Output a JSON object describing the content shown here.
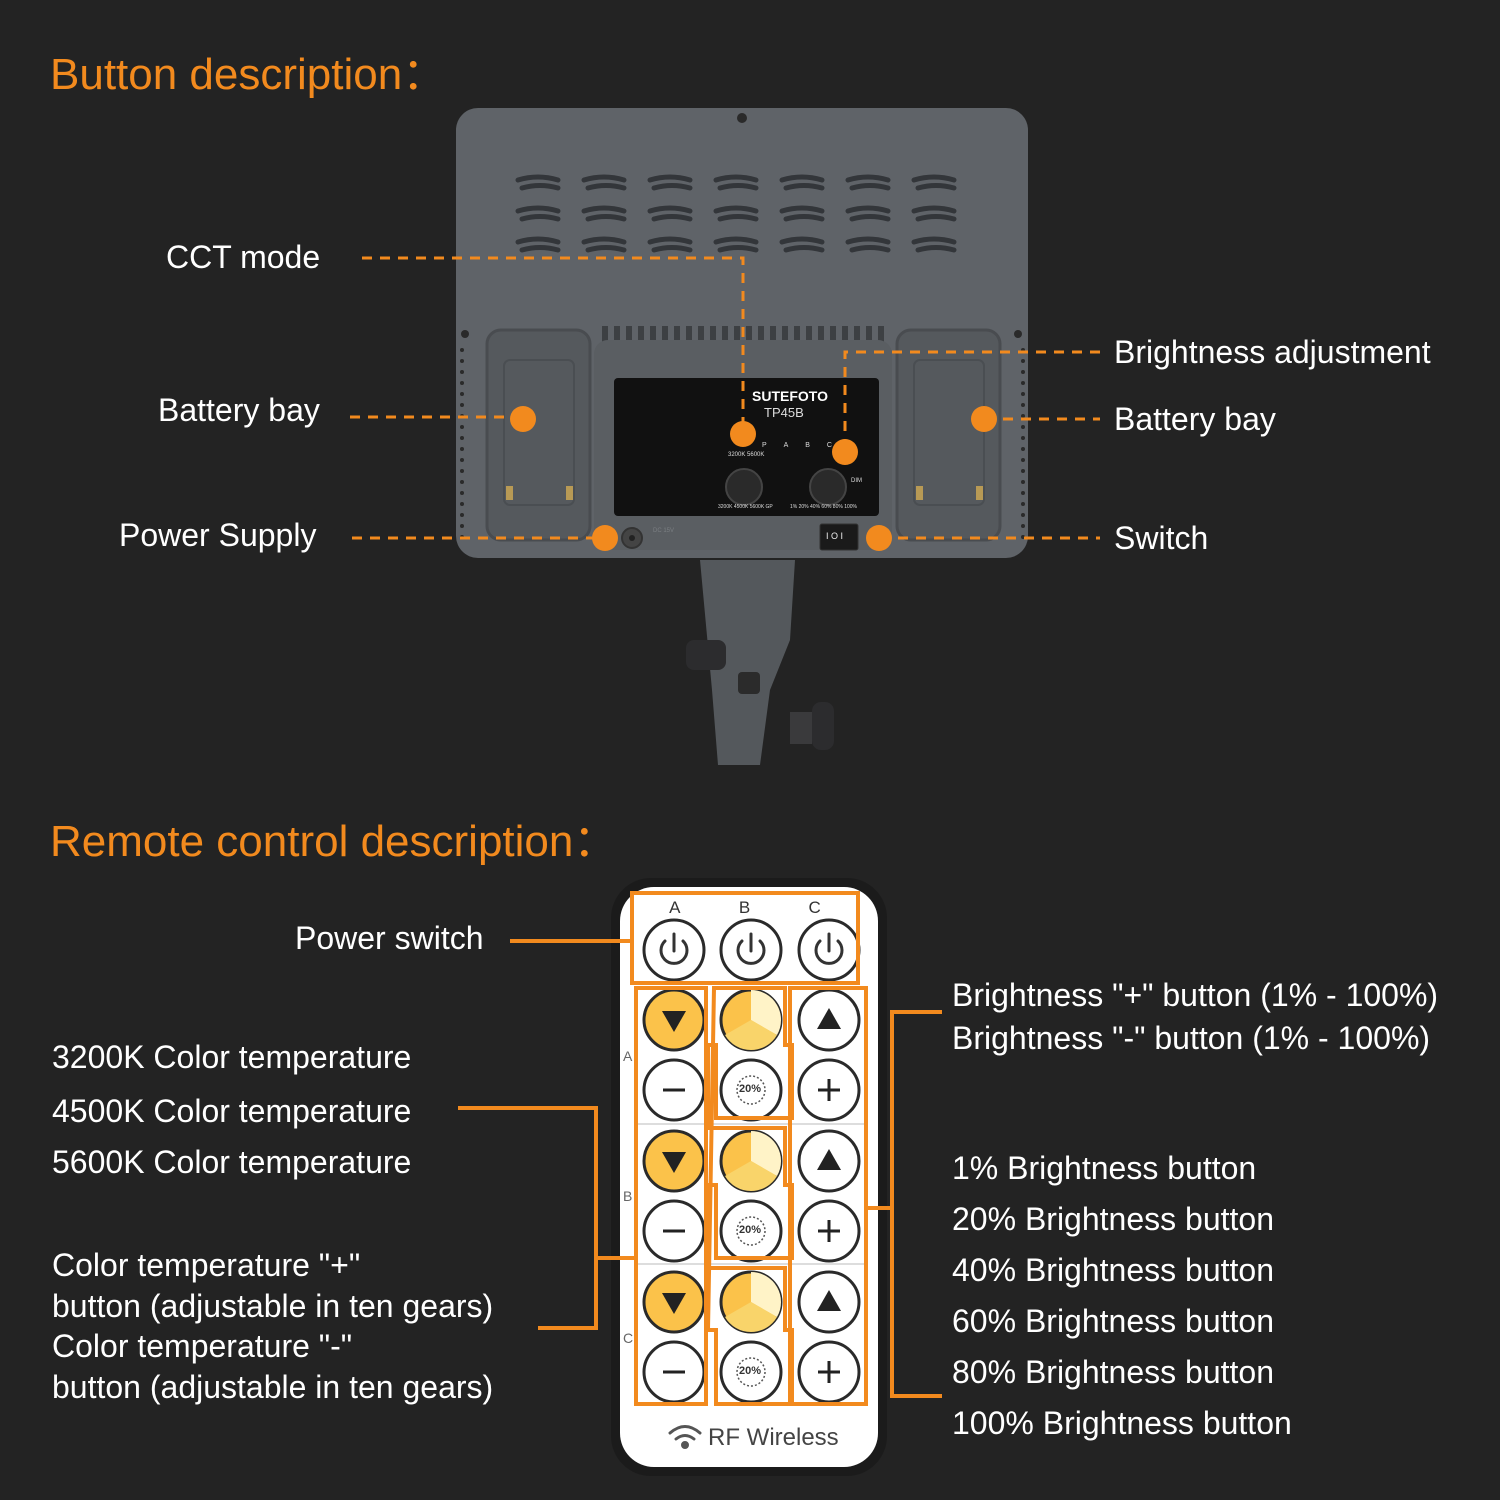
{
  "headings": {
    "button": "Button description：",
    "remote": "Remote control description："
  },
  "device": {
    "brand": "SUTEFOTO",
    "model": "TP45B",
    "mode_letters": [
      "P",
      "A",
      "B",
      "C"
    ],
    "cct_top": "3200K  5600K",
    "cct_bottom": "3200K 4500K 5600K GP",
    "brightness_scale": "1%  20%  40%  60%  80%  100%",
    "dim_label": "DIM",
    "dc_label": "DC 15V",
    "switch_label": "I O I"
  },
  "panel_labels": {
    "cct_mode": "CCT mode",
    "battery_bay_left": "Battery bay",
    "power_supply": "Power Supply",
    "brightness_adjustment": "Brightness adjustment",
    "battery_bay_right": "Battery bay",
    "switch": "Switch"
  },
  "remote": {
    "channels": [
      "A",
      "B",
      "C"
    ],
    "side_letters": [
      "A",
      "B",
      "C"
    ],
    "preset_label": "20%",
    "footer": "RF Wireless"
  },
  "remote_labels": {
    "power_switch": "Power switch",
    "temp_3200": "3200K Color temperature",
    "temp_4500": "4500K Color temperature",
    "temp_5600": "5600K Color temperature",
    "ct_plus_1": "Color temperature \"+\"",
    "ct_plus_2": "button (adjustable in ten gears)",
    "ct_minus_1": "Color temperature \"-\"",
    "ct_minus_2": "button (adjustable in ten gears)",
    "bright_plus": "Brightness \"+\" button (1% - 100%)",
    "bright_minus": "Brightness \"-\" button (1% - 100%)",
    "b1": "1% Brightness button",
    "b20": "20% Brightness button",
    "b40": "40% Brightness button",
    "b60": "60% Brightness button",
    "b80": "80% Brightness button",
    "b100": "100% Brightness button"
  },
  "colors": {
    "background": "#232323",
    "accent": "#f28a1e",
    "panel": "#5f6368",
    "button_yellow": "#fbc24a"
  }
}
